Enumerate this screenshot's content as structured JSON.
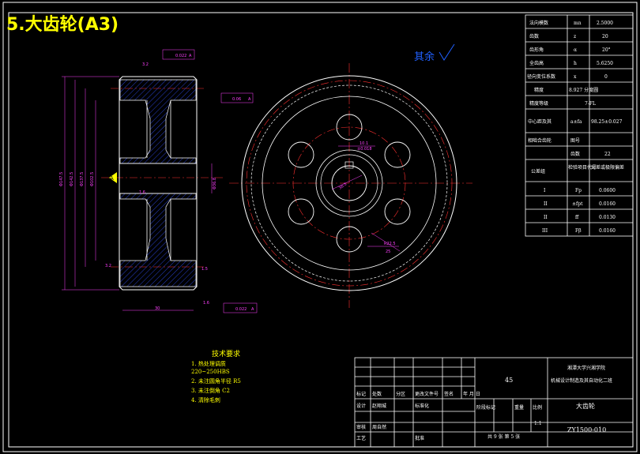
{
  "title": "5.大齿轮(A3)",
  "colors": {
    "background": "#000000",
    "frame": "#ffffff",
    "title": "#ffff00",
    "dimension": "#ff40ff",
    "centerline": "#ff3030",
    "hatch": "#3050ff",
    "outline": "#ffffff",
    "tech_text": "#ffff00"
  },
  "surface_finish_other": "其余",
  "section_view": {
    "diameter_labels": [
      "Φ147.5",
      "Φ142.5",
      "Φ137.5",
      "Φ102.5"
    ],
    "bore_label": "Φ36.8",
    "top_roughness": "3.2",
    "runout_top": "0.022",
    "runout_top_datum": "A",
    "runout_bottom": "0.022",
    "runout_bottom_datum": "A",
    "datum_label": "A",
    "roughness_left": "1.6",
    "roughness_bottom": "1.6",
    "roughness_lowleft": "3.2",
    "width_dim": "30",
    "parallel_tol": "0.06",
    "parallel_datum": "A",
    "chamfer": "1.5"
  },
  "front_view": {
    "dims": [
      "10.1",
      "±0.018",
      "38.5",
      "R22.5",
      "25"
    ]
  },
  "param_table": [
    {
      "name": "法向模数",
      "symbol": "mn",
      "value": "2.5000"
    },
    {
      "name": "齿数",
      "symbol": "z",
      "value": "20"
    },
    {
      "name": "齿形角",
      "symbol": "α",
      "value": "20°"
    },
    {
      "name": "全齿高",
      "symbol": "h",
      "value": "5.6250"
    },
    {
      "name": "径向变位系数",
      "symbol": "x",
      "value": "0"
    },
    {
      "name": "精度",
      "symbol": "",
      "value": "8.927 分度圆"
    },
    {
      "name": "精度等级",
      "symbol": "",
      "value": "7-FL"
    },
    {
      "name": "中心距及其",
      "symbol": "a±fa",
      "value": "98.25±0.027"
    },
    {
      "name": "相啮合齿轮",
      "symbol": "图号",
      "value": ""
    },
    {
      "name": "",
      "symbol": "齿数",
      "value": "22"
    }
  ],
  "tolerance_group": {
    "label": "公差组",
    "header_item": "检验项目代号",
    "header_value": "公差或极限偏差",
    "rows": [
      {
        "group": "I",
        "symbol": "Fp",
        "value": "0.0600"
      },
      {
        "group": "II",
        "symbol": "±fpt",
        "value": "0.0160"
      },
      {
        "group": "II",
        "symbol": "ff",
        "value": "0.0130"
      },
      {
        "group": "III",
        "symbol": "Fβ",
        "value": "0.0160"
      }
    ]
  },
  "tech_requirements": {
    "heading": "技术要求",
    "items": [
      "1. 热处理调质",
      "220~250HBS",
      "2. 未注圆角半径 R5",
      "3. 未注倒角 C2",
      "4. 清除毛刺"
    ]
  },
  "title_block": {
    "material": "45",
    "school": "湘潭大学兴湘学院",
    "major": "机械设计制造及其自动化二班",
    "part_name": "大齿轮",
    "drawing_no": "ZY1500-010",
    "scale": "1:1",
    "sheets": "共 9 张  第 5 张",
    "header_labels": [
      "标记",
      "处数",
      "分区",
      "更改文件号",
      "签名",
      "年 月 日"
    ],
    "designer_label": "设计",
    "designer_name": "赵翔城",
    "standard_label": "标准化",
    "review_label": "审核",
    "reviewer_name": "周自然",
    "process_label": "工艺",
    "approve_label": "批准",
    "stage_labels": [
      "阶段标记",
      "重量",
      "比例"
    ]
  }
}
